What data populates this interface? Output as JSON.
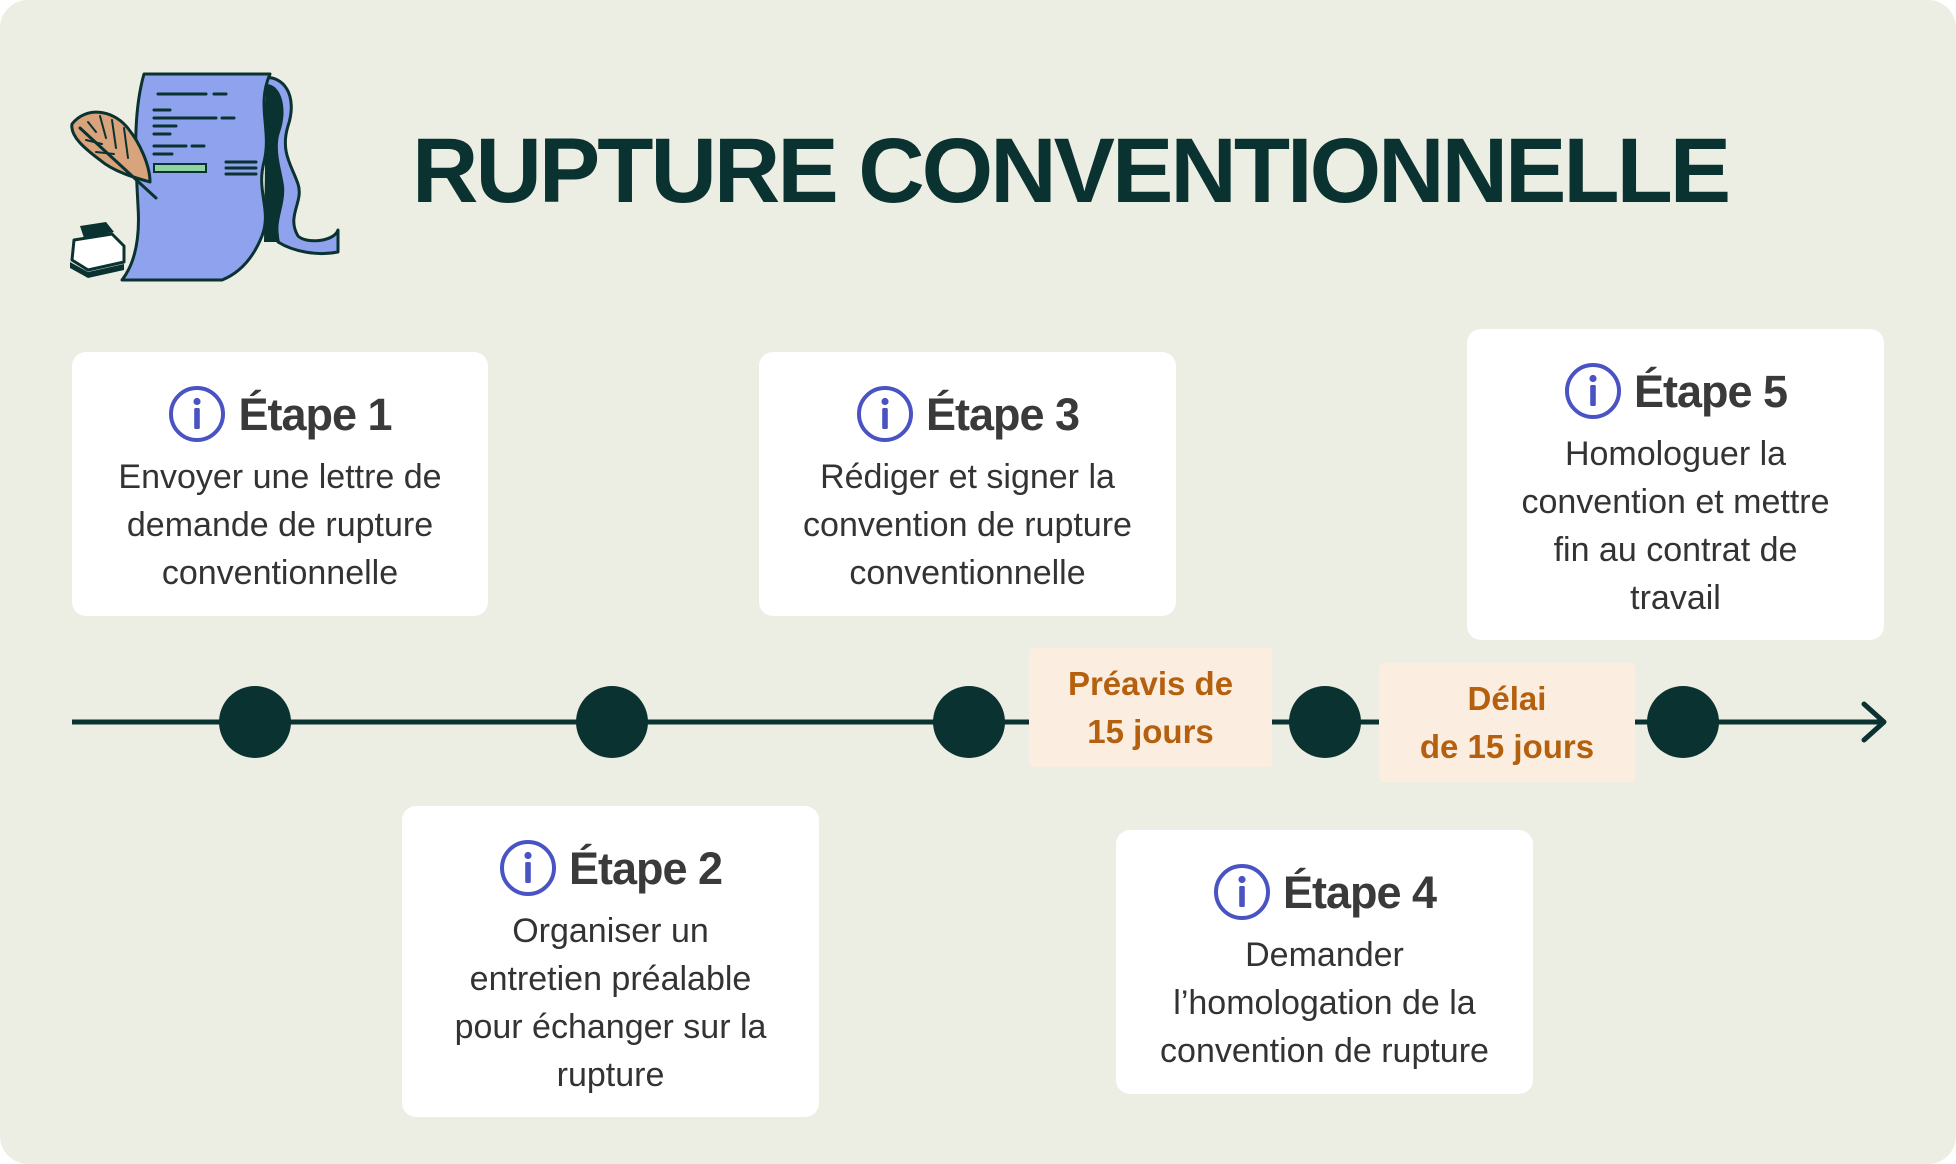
{
  "title": "RUPTURE CONVENTIONNELLE",
  "colors": {
    "background": "#edeee3",
    "title": "#0a3230",
    "timeline": "#0a3230",
    "info_icon": "#4a53c4",
    "delay_background": "#fbeee0",
    "delay_text": "#b4600e",
    "scroll": "#8ea2ee"
  },
  "steps": [
    {
      "label": "Étape 1",
      "icon": "info-icon",
      "lines": [
        "Envoyer une lettre de",
        "demande de rupture",
        "conventionnelle"
      ]
    },
    {
      "label": "Étape 2",
      "icon": "info-icon",
      "lines": [
        "Organiser un",
        "entretien préalable",
        "pour échanger sur la",
        "rupture"
      ]
    },
    {
      "label": "Étape 3",
      "icon": "info-icon",
      "lines": [
        "Rédiger et signer la",
        "convention de rupture",
        "conventionnelle"
      ]
    },
    {
      "label": "Étape 4",
      "icon": "info-icon",
      "lines": [
        "Demander",
        "l’homologation de la",
        "convention de rupture"
      ]
    },
    {
      "label": "Étape 5",
      "icon": "info-icon",
      "lines": [
        "Homologuer la",
        "convention et mettre",
        "fin au contrat de",
        "travail"
      ]
    }
  ],
  "delays": [
    {
      "lines": [
        "Préavis de",
        "15 jours"
      ]
    },
    {
      "lines": [
        "Délai",
        "de 15 jours"
      ]
    }
  ]
}
